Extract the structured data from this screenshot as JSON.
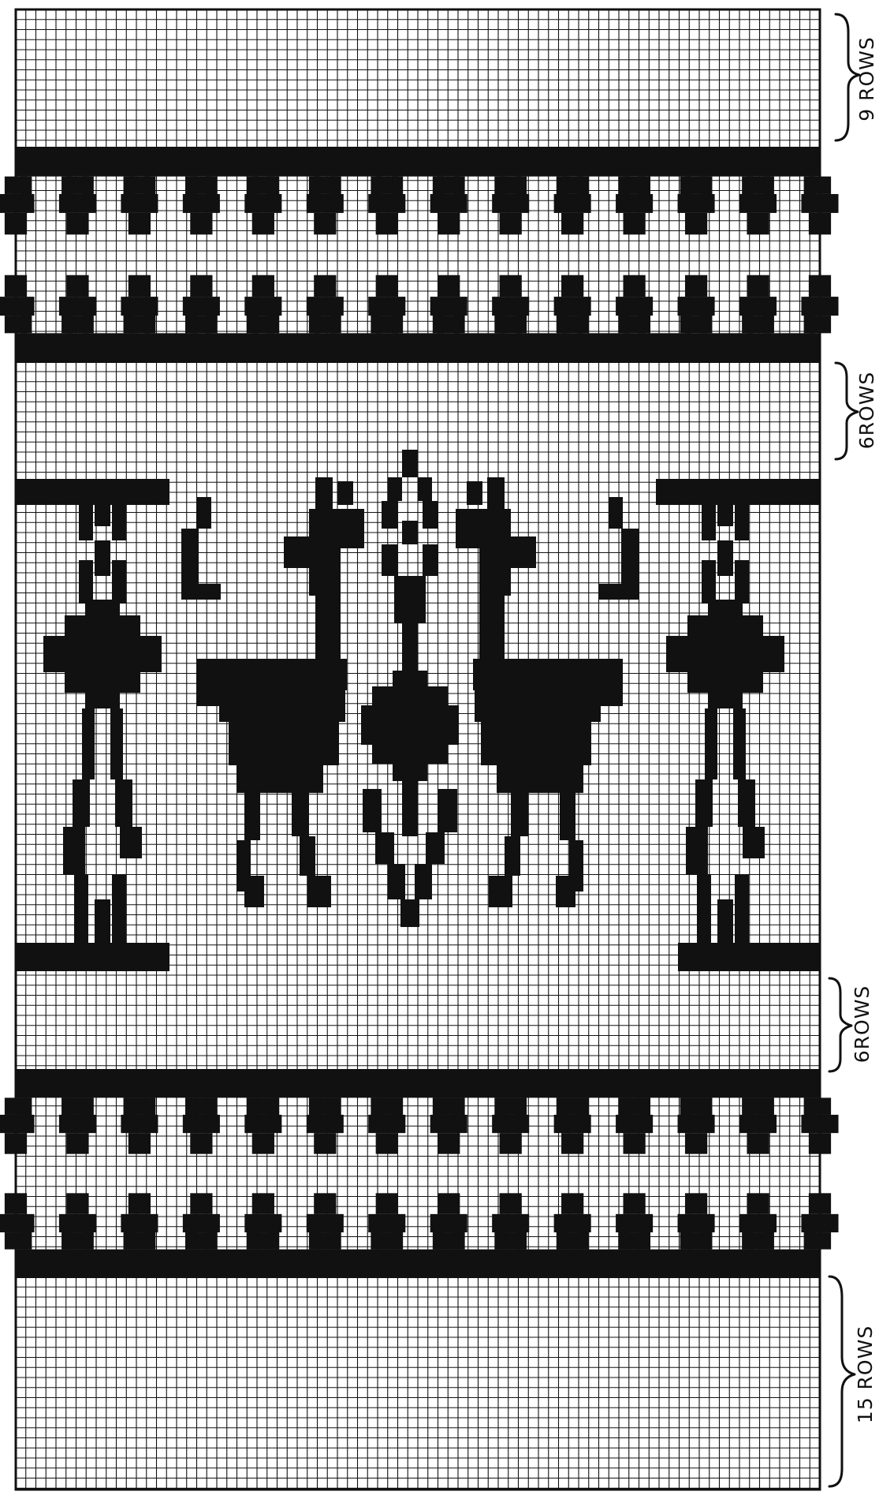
{
  "pattern": {
    "colors": {
      "background": "#ffffff",
      "ink": "#111111"
    }
  },
  "sections": [
    {
      "type": "plain",
      "label": "9 ROWS"
    },
    {
      "type": "border-band"
    },
    {
      "type": "plain",
      "label": "6ROWS"
    },
    {
      "type": "motif-band",
      "motifs": [
        "diamond-vine-motif",
        "llama-motif",
        "center-vine-motif",
        "llama-motif",
        "diamond-vine-motif"
      ]
    },
    {
      "type": "plain",
      "label": "6ROWS"
    },
    {
      "type": "border-band"
    },
    {
      "type": "plain",
      "label": "15 ROWS"
    }
  ]
}
